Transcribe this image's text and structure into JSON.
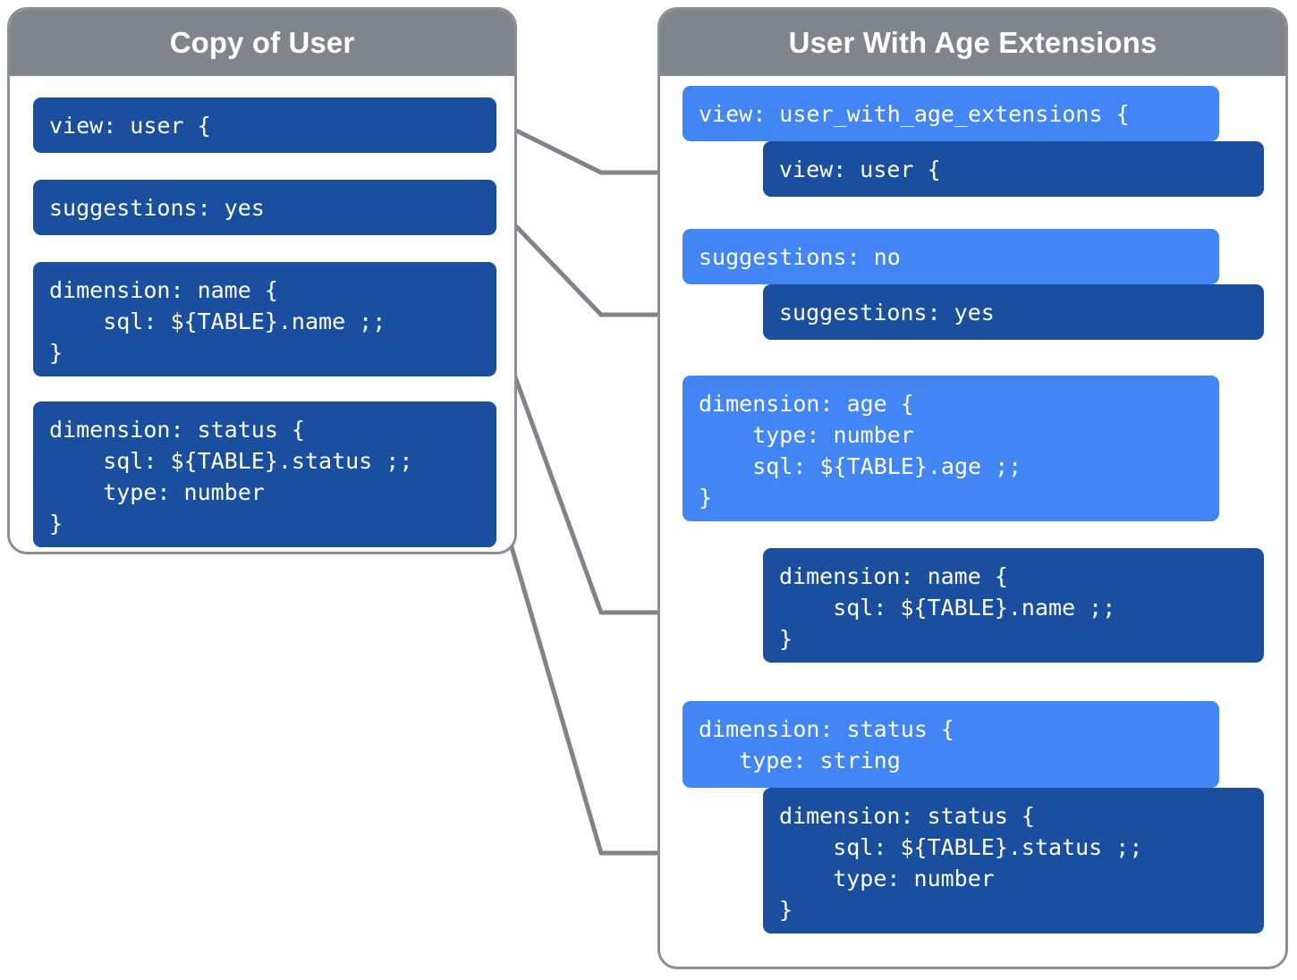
{
  "colors": {
    "header_gray": "#80848b",
    "panel_border": "#8a8e95",
    "dark_blue": "#1a4fa0",
    "light_blue": "#4285f4",
    "connector_gray": "#808387",
    "background": "#ffffff"
  },
  "left_panel": {
    "title": "Copy of User",
    "blocks": [
      {
        "name": "view-block",
        "variant": "dark",
        "text": "view: user {"
      },
      {
        "name": "suggestions-block",
        "variant": "dark",
        "text": "suggestions: yes"
      },
      {
        "name": "dimension-name-block",
        "variant": "dark",
        "text": "dimension: name {\n    sql: ${TABLE}.name ;;\n}"
      },
      {
        "name": "dimension-status-block",
        "variant": "dark",
        "text": "dimension: status {\n    sql: ${TABLE}.status ;;\n    type: number\n}"
      }
    ]
  },
  "right_panel": {
    "title": "User With Age Extensions",
    "blocks": [
      {
        "name": "view-extension-block",
        "variant": "light",
        "text": "view: user_with_age_extensions {"
      },
      {
        "name": "view-inherited-block",
        "variant": "dark",
        "text": "view: user {"
      },
      {
        "name": "suggestions-extension-block",
        "variant": "light",
        "text": "suggestions: no"
      },
      {
        "name": "suggestions-inherited-block",
        "variant": "dark",
        "text": "suggestions: yes"
      },
      {
        "name": "dimension-age-block",
        "variant": "light",
        "text": "dimension: age {\n    type: number\n    sql: ${TABLE}.age ;;\n}"
      },
      {
        "name": "dimension-name-inherited-block",
        "variant": "dark",
        "text": "dimension: name {\n    sql: ${TABLE}.name ;;\n}"
      },
      {
        "name": "dimension-status-extension-block",
        "variant": "light",
        "text": "dimension: status {\n   type: string"
      },
      {
        "name": "dimension-status-inherited-block",
        "variant": "dark",
        "text": "dimension: status {\n    sql: ${TABLE}.status ;;\n    type: number\n}"
      }
    ]
  },
  "connectors": [
    {
      "name": "connector-view",
      "from": "view-block",
      "to": "view-inherited-block"
    },
    {
      "name": "connector-suggestions",
      "from": "suggestions-block",
      "to": "suggestions-inherited-block"
    },
    {
      "name": "connector-dimension-name",
      "from": "dimension-name-block",
      "to": "dimension-name-inherited-block"
    },
    {
      "name": "connector-dimension-status",
      "from": "dimension-status-block",
      "to": "dimension-status-inherited-block"
    }
  ]
}
